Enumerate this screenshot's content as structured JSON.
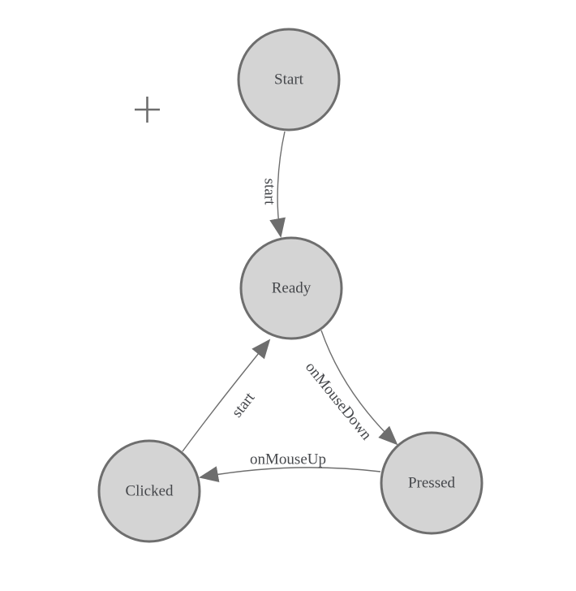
{
  "diagram": {
    "type": "state-machine",
    "background": "#ffffff",
    "colors": {
      "node_fill": "#d4d4d4",
      "node_stroke": "#6e6e6e",
      "edge_color": "#6e6e6e",
      "arrow_fill": "#6e6e6e",
      "text_color": "#45474b"
    },
    "nodes": [
      {
        "id": "start",
        "label": "Start"
      },
      {
        "id": "ready",
        "label": "Ready"
      },
      {
        "id": "clicked",
        "label": "Clicked"
      },
      {
        "id": "pressed",
        "label": "Pressed"
      }
    ],
    "edges": [
      {
        "from": "start",
        "to": "ready",
        "label": "start"
      },
      {
        "from": "ready",
        "to": "pressed",
        "label": "onMouseDown"
      },
      {
        "from": "pressed",
        "to": "clicked",
        "label": "onMouseUp"
      },
      {
        "from": "clicked",
        "to": "ready",
        "label": "start"
      }
    ],
    "origin_marker": "crosshair"
  }
}
